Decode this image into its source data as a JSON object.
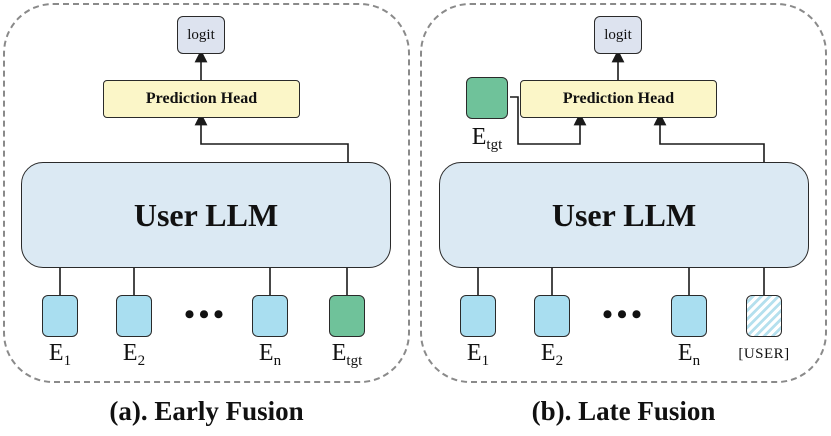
{
  "early_fusion": {
    "caption": "(a). Early Fusion",
    "logit_label": "logit",
    "prediction_head_label": "Prediction Head",
    "llm_label": "User LLM",
    "ellipsis": "•••",
    "tokens": [
      {
        "base": "E",
        "sub": "1"
      },
      {
        "base": "E",
        "sub": "2"
      },
      {
        "base": "E",
        "sub": "n"
      },
      {
        "base": "E",
        "sub": "tgt"
      }
    ]
  },
  "late_fusion": {
    "caption": "(b). Late Fusion",
    "logit_label": "logit",
    "prediction_head_label": "Prediction Head",
    "llm_label": "User LLM",
    "ellipsis": "•••",
    "target_embedding": {
      "base": "E",
      "sub": "tgt"
    },
    "tokens": [
      {
        "base": "E",
        "sub": "1"
      },
      {
        "base": "E",
        "sub": "2"
      },
      {
        "base": "E",
        "sub": "n"
      }
    ],
    "user_token_label": "[USER]"
  },
  "colors": {
    "token_fill": "#a9def0",
    "target_token_fill": "#6fc29a",
    "llm_fill": "#dbe9f3",
    "prediction_head_fill": "#fbf6c8",
    "logit_fill": "#dde3ef",
    "panel_border": "#8a8a8a"
  }
}
